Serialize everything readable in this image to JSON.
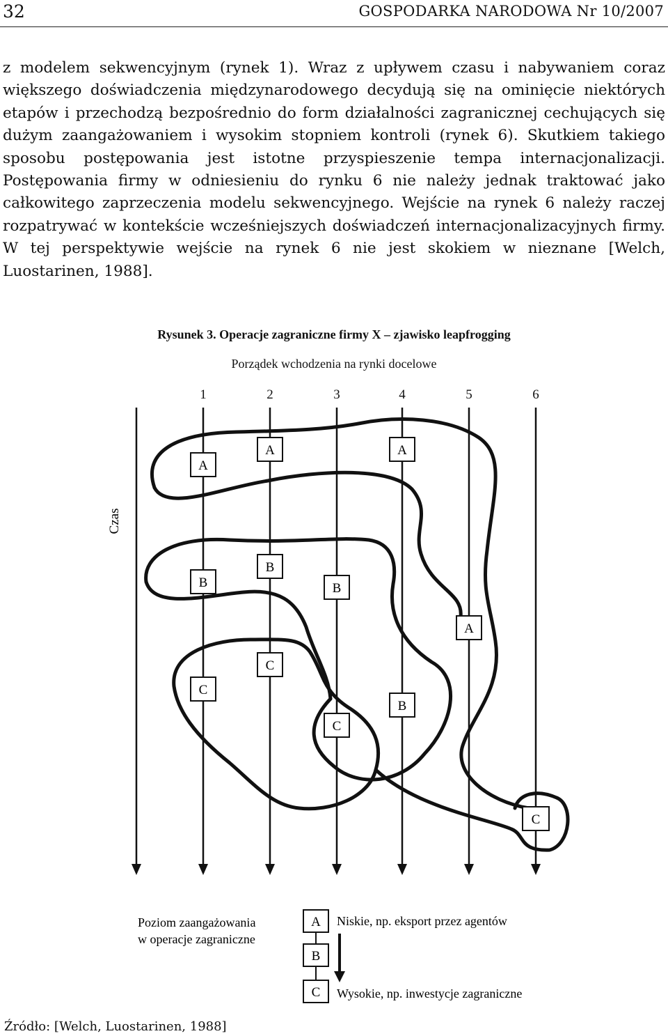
{
  "header": {
    "page_number": "32",
    "journal": "GOSPODARKA NARODOWA Nr 10/2007"
  },
  "body_text": "z modelem sekwencyjnym (rynek 1). Wraz z upływem czasu i nabywaniem coraz większego doświadczenia międzynarodowego decydują się na ominięcie niektórych etapów i przechodzą bezpośrednio do form działalności zagranicznej cechujących się dużym zaangażowaniem i wysokim stopniem kontroli (rynek 6). Skutkiem takiego sposobu postępowania jest istotne przyspieszenie tempa internacjonalizacji. Postępowania firmy w odniesieniu do rynku 6 nie należy jednak traktować jako całkowitego zaprzeczenia modelu sekwencyjnego. Wejście na rynek 6 należy raczej rozpatrywać w kontekście wcześniejszych doświadczeń internacjonalizacyjnych firmy. W tej perspektywie wejście na rynek 6 nie jest skokiem w nieznane [Welch, Luostarinen, 1988].",
  "figure": {
    "title": "Rysunek 3. Operacje zagraniczne firmy X – zjawisko leapfrogging",
    "x_axis_title": "Porządek wchodzenia na rynki docelowe",
    "markets": [
      "1",
      "2",
      "3",
      "4",
      "5",
      "6"
    ],
    "y_axis_label": "Czas",
    "boxes": [
      {
        "label": "A",
        "market": 1
      },
      {
        "label": "A",
        "market": 2
      },
      {
        "label": "A",
        "market": 4
      },
      {
        "label": "B",
        "market": 1
      },
      {
        "label": "B",
        "market": 2
      },
      {
        "label": "B",
        "market": 3
      },
      {
        "label": "A",
        "market": 5
      },
      {
        "label": "C",
        "market": 1
      },
      {
        "label": "C",
        "market": 2
      },
      {
        "label": "B",
        "market": 4
      },
      {
        "label": "C",
        "market": 3
      },
      {
        "label": "C",
        "market": 6
      }
    ],
    "legend": {
      "title_line1": "Poziom zaangażowania",
      "title_line2": "w operacje zagraniczne",
      "levels": [
        "A",
        "B",
        "C"
      ],
      "low": "Niskie, np. eksport przez agentów",
      "high": "Wysokie, np. inwestycje zagraniczne"
    }
  },
  "source": "Źródło: [Welch, Luostarinen, 1988]",
  "colors": {
    "ink": "#111111",
    "background": "#ffffff"
  }
}
